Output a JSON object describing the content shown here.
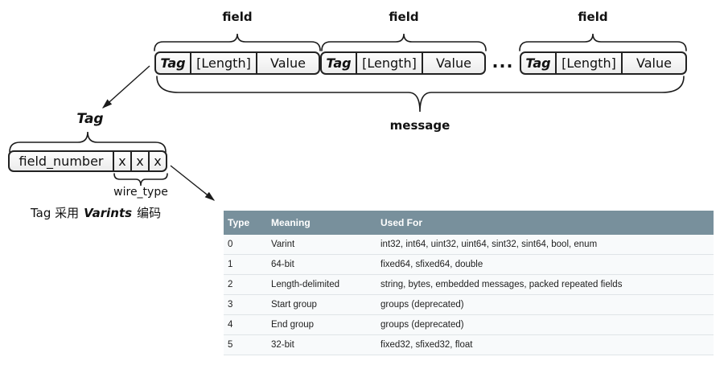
{
  "diagram": {
    "field_labels": [
      "field",
      "field",
      "field"
    ],
    "message_label": "message",
    "ellipsis": "...",
    "groups": [
      {
        "cells": [
          "Tag",
          "[Length]",
          "Value"
        ]
      },
      {
        "cells": [
          "Tag",
          "[Length]",
          "Value"
        ]
      },
      {
        "cells": [
          "Tag",
          "[Length]",
          "Value"
        ]
      }
    ],
    "tag_label": "Tag",
    "tag_breakdown": {
      "field_number": "field_number",
      "bits": [
        "x",
        "x",
        "x"
      ]
    },
    "wire_type_label": "wire_type",
    "note": {
      "prefix": "Tag 采用",
      "emphasis": "Varints",
      "suffix": "编码"
    }
  },
  "table": {
    "headers": [
      "Type",
      "Meaning",
      "Used For"
    ],
    "rows": [
      [
        "0",
        "Varint",
        "int32, int64, uint32, uint64, sint32, sint64, bool, enum"
      ],
      [
        "1",
        "64-bit",
        "fixed64, sfixed64, double"
      ],
      [
        "2",
        "Length-delimited",
        "string, bytes, embedded messages, packed repeated fields"
      ],
      [
        "3",
        "Start group",
        "groups (deprecated)"
      ],
      [
        "4",
        "End group",
        "groups (deprecated)"
      ],
      [
        "5",
        "32-bit",
        "fixed32, sfixed32, float"
      ]
    ],
    "colors": {
      "header_bg": "#78909c",
      "header_text": "#ffffff",
      "body_text": "#212121",
      "row_bg": "#f8fafb",
      "separator": "#dfe4e7",
      "line_color": "#1b1b1b"
    }
  }
}
